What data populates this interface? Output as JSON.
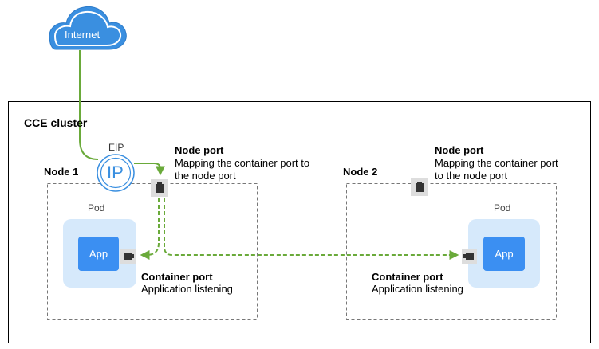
{
  "internet": {
    "label": "Internet"
  },
  "cluster": {
    "title": "CCE cluster"
  },
  "eip": {
    "label": "EIP",
    "icon_text": "IP"
  },
  "node1": {
    "label": "Node 1",
    "pod_label": "Pod",
    "app_label": "App",
    "node_port": {
      "title": "Node port",
      "desc_line1": "Mapping the container port to",
      "desc_line2": "the node port"
    },
    "container_port": {
      "title": "Container port",
      "desc": "Application listening"
    }
  },
  "node2": {
    "label": "Node 2",
    "pod_label": "Pod",
    "app_label": "App",
    "node_port": {
      "title": "Node port",
      "desc_line1": "Mapping the container port",
      "desc_line2": "to the node port"
    },
    "container_port": {
      "title": "Container port",
      "desc": "Application listening"
    }
  },
  "colors": {
    "cloud": "#3a8fe0",
    "app": "#3b8ff2",
    "pod_bg": "#d6e9fb",
    "green": "#6aaa3a",
    "port_gray": "#dddddd",
    "dashed_border": "#888888"
  }
}
